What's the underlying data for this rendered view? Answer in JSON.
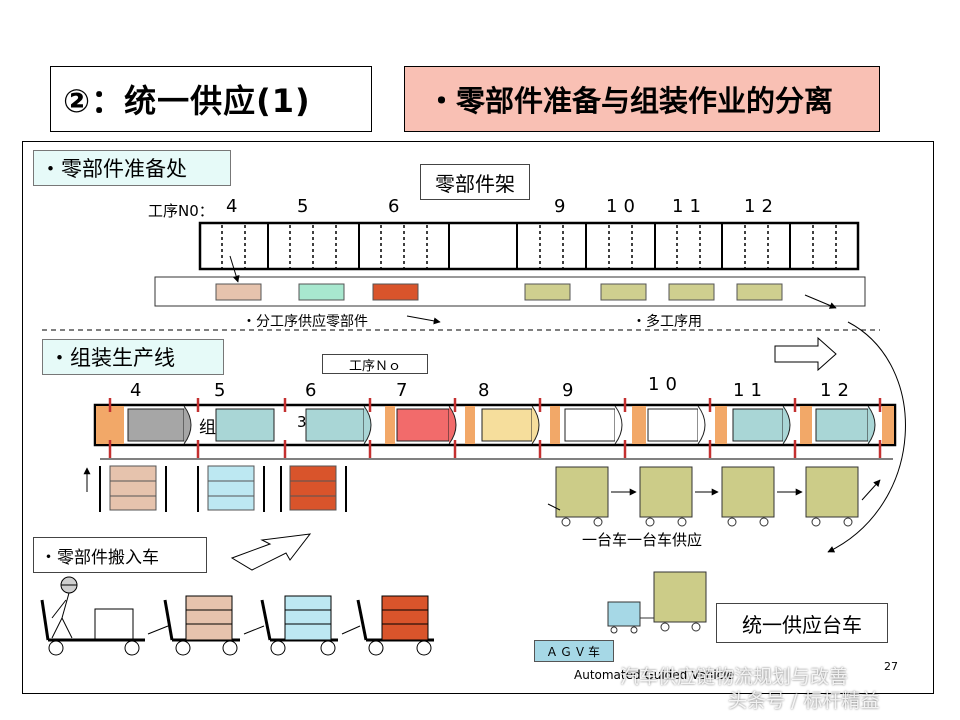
{
  "header": {
    "title": "②：统一供应(1)",
    "subtitle": "・零部件准备与组装作业的分离"
  },
  "prep_area": {
    "label": "・零部件准备处",
    "shelf_label": "零部件架",
    "process_prefix": "工序N0：",
    "process_numbers": [
      "4",
      "5",
      "6",
      "9",
      "10",
      "11",
      "12"
    ],
    "left_caption": "・分工序供应零部件",
    "right_caption": "・多工序用"
  },
  "assembly_line": {
    "label": "・组装生产线",
    "process_no_label": "工序Ｎｏ",
    "stations": [
      "4",
      "5",
      "6",
      "7",
      "8",
      "9",
      "10",
      "11",
      "12"
    ],
    "partial_chars": [
      "组",
      "3"
    ]
  },
  "supply": {
    "cart_caption": "一台车一台车供应",
    "carrier_label": "・零部件搬入车",
    "unified_cart_label": "统一供应台车",
    "agv_label": "ＡＧＶ车",
    "agv_footer": "Automated Guided Vehicle",
    "page_number": "27"
  },
  "watermark": {
    "line1": "汽车供应链物流规划与改善",
    "line2": "头条号 / 标杆精益"
  },
  "colors": {
    "title_bg": "#f9c0b4",
    "label_bg": "#e6faf8",
    "tan": "#e6c3ad",
    "mint": "#a8e8cf",
    "red": "#d9542b",
    "olive": "#cfcf8f",
    "cart": "#cccc88",
    "line_orange": "#f2a868",
    "line_gray": "#a6a6a6",
    "line_teal": "#a9d6d6",
    "line_pink": "#f26b6b",
    "line_yellow": "#f6de9c",
    "tick_red": "#c43030",
    "agv_blue": "#a6d8e6"
  }
}
